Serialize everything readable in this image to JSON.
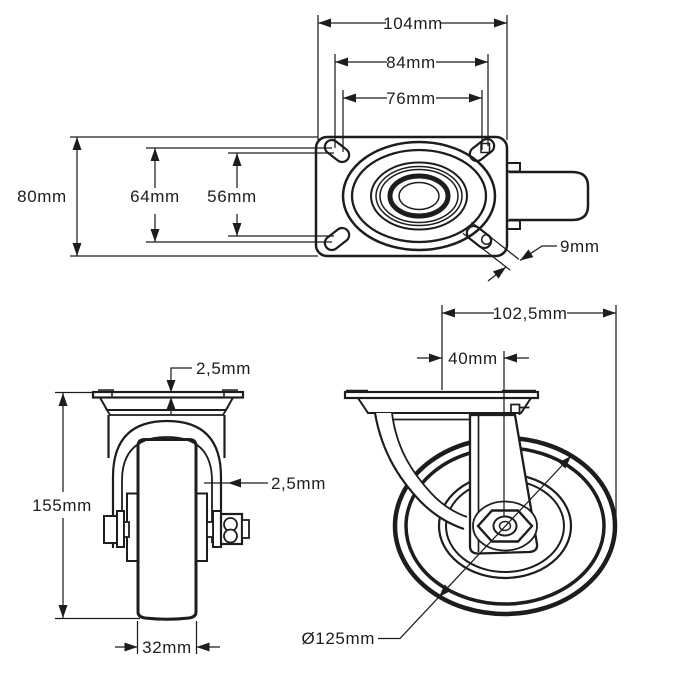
{
  "drawing": {
    "ink": "#1d1d1b",
    "background": "#ffffff",
    "top_view": {
      "plate_width": "104mm",
      "slot_span_outer": "84mm",
      "hole_span": "76mm",
      "plate_depth": "80mm",
      "slot_span_vertical": "64mm",
      "hole_span_vertical": "56mm",
      "slot_width": "9mm"
    },
    "front_view": {
      "plate_thickness": "2,5mm",
      "fork_thickness": "2,5mm",
      "overall_height": "155mm",
      "wheel_width": "32mm"
    },
    "side_view": {
      "overall_length": "102,5mm",
      "swivel_offset": "40mm",
      "wheel_diameter": "Ø125mm"
    }
  }
}
